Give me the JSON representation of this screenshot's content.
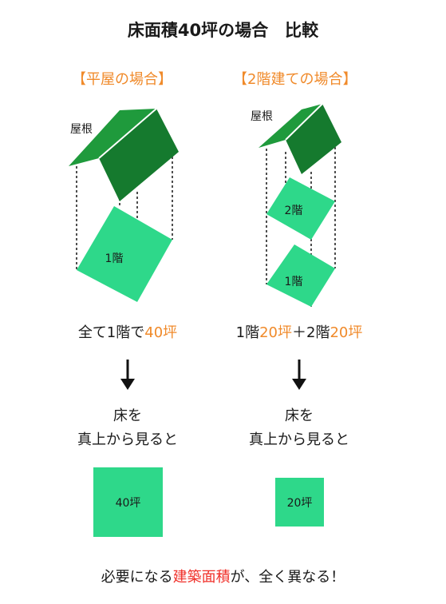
{
  "title": "床面積40坪の場合　比較",
  "left": {
    "heading": "【平屋の場合】",
    "roof_label": "屋根",
    "floor1_label": "1階",
    "summary_prefix": "全て1階で",
    "summary_value": "40坪",
    "view_line1": "床を",
    "view_line2": "真上から見ると",
    "square_label": "40坪"
  },
  "right": {
    "heading": "【2階建ての場合】",
    "roof_label": "屋根",
    "floor2_label": "2階",
    "floor1_label": "1階",
    "summary_part1": "1階",
    "summary_value1": "20坪",
    "summary_part2": "＋2階",
    "summary_value2": "20坪",
    "view_line1": "床を",
    "view_line2": "真上から見ると",
    "square_label": "20坪"
  },
  "footer": {
    "prefix": "必要になる",
    "highlight": "建築面積",
    "suffix": "が、全く異なる！"
  },
  "colors": {
    "roof_dark": "#157a2e",
    "roof_mid": "#1f9a3c",
    "floor": "#2ed88a",
    "accent_orange": "#f08a2a",
    "accent_red": "#f0302a"
  }
}
